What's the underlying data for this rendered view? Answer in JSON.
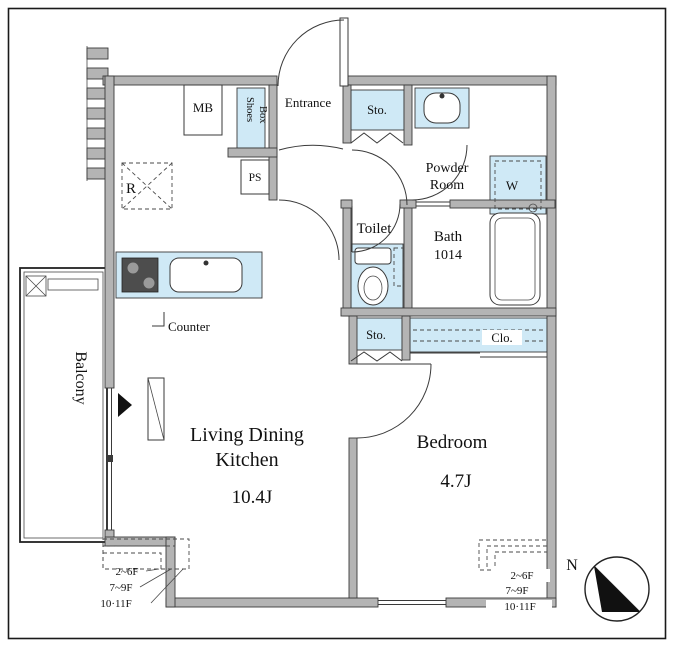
{
  "rooms": {
    "living_dining_kitchen": {
      "name_line1": "Living Dining",
      "name_line2": "Kitchen",
      "size": "10.4J"
    },
    "bedroom": {
      "name": "Bedroom",
      "size": "4.7J"
    },
    "balcony": {
      "name": "Balcony"
    },
    "entrance": {
      "name": "Entrance"
    },
    "toilet": {
      "name": "Toilet"
    },
    "bath": {
      "name": "Bath",
      "size": "1014"
    },
    "powder_room": {
      "name_line1": "Powder",
      "name_line2": "Room"
    },
    "storage_top": {
      "name": "Sto."
    },
    "storage_bottom": {
      "name": "Sto."
    },
    "closet": {
      "name": "Clo."
    }
  },
  "fixtures": {
    "meter_box": "MB",
    "pipe_space": "PS",
    "shoes_box_line1": "Shoes",
    "shoes_box_line2": "Box",
    "refrigerator": "R",
    "washer": "W",
    "counter": "Counter"
  },
  "floor_markers": {
    "left": [
      "2~6F",
      "7~9F",
      "10·11F"
    ],
    "right": [
      "2~6F",
      "7~9F",
      "10·11F"
    ]
  },
  "compass": {
    "north": "N"
  },
  "colors": {
    "highlight": "#cfe9f6",
    "wall": "#b4b4b4",
    "line": "#3a3a3a",
    "frame": "#1a1a1a"
  }
}
